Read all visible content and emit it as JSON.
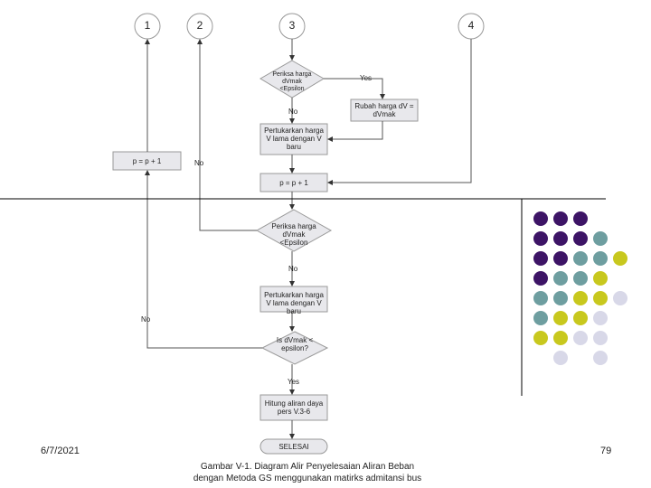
{
  "connectors": [
    "1",
    "2",
    "3",
    "4"
  ],
  "nodes": {
    "check1": "Periksa harga dVmak <Epsilon",
    "change_dv": "Rubah harga dV = dVmak",
    "swap1": "Pertukarkan harga V lama dengan V baru",
    "p_left": "p = p + 1",
    "p_mid": "p = p + 1",
    "check2": "Periksa harga dVmak <Epsilon",
    "swap2": "Pertukarkan harga V lama dengan V baru",
    "check3": "Is dVmak < epsilon?",
    "compute": "Hitung aliran daya pers V.3-6",
    "end": "SELESAI"
  },
  "edges": {
    "yes1": "Yes",
    "no1": "No",
    "no_left": "No",
    "no2": "No",
    "no3": "No",
    "yes3": "Yes"
  },
  "footer": {
    "date": "6/7/2021",
    "page": "79",
    "caption_line1": "Gambar V-1. Diagram Alir Penyelesaian Aliran Beban",
    "caption_line2": "dengan Metoda GS menggunakan matirks admitansi bus"
  },
  "colors": {
    "purple": "#3d1466",
    "teal": "#6e9ea0",
    "lime": "#c8c81e",
    "lavender": "#d8d8e8",
    "shape_fill": "#e8e8ec"
  },
  "dot_grid": [
    [
      "purple",
      "purple",
      "purple",
      "",
      ""
    ],
    [
      "purple",
      "purple",
      "purple",
      "teal",
      ""
    ],
    [
      "purple",
      "purple",
      "teal",
      "teal",
      "lime"
    ],
    [
      "purple",
      "teal",
      "teal",
      "lime",
      ""
    ],
    [
      "teal",
      "teal",
      "lime",
      "lime",
      "lavender"
    ],
    [
      "teal",
      "lime",
      "lime",
      "lavender",
      ""
    ],
    [
      "lime",
      "lime",
      "lavender",
      "lavender",
      ""
    ],
    [
      "",
      "lavender",
      "",
      "lavender",
      ""
    ]
  ]
}
